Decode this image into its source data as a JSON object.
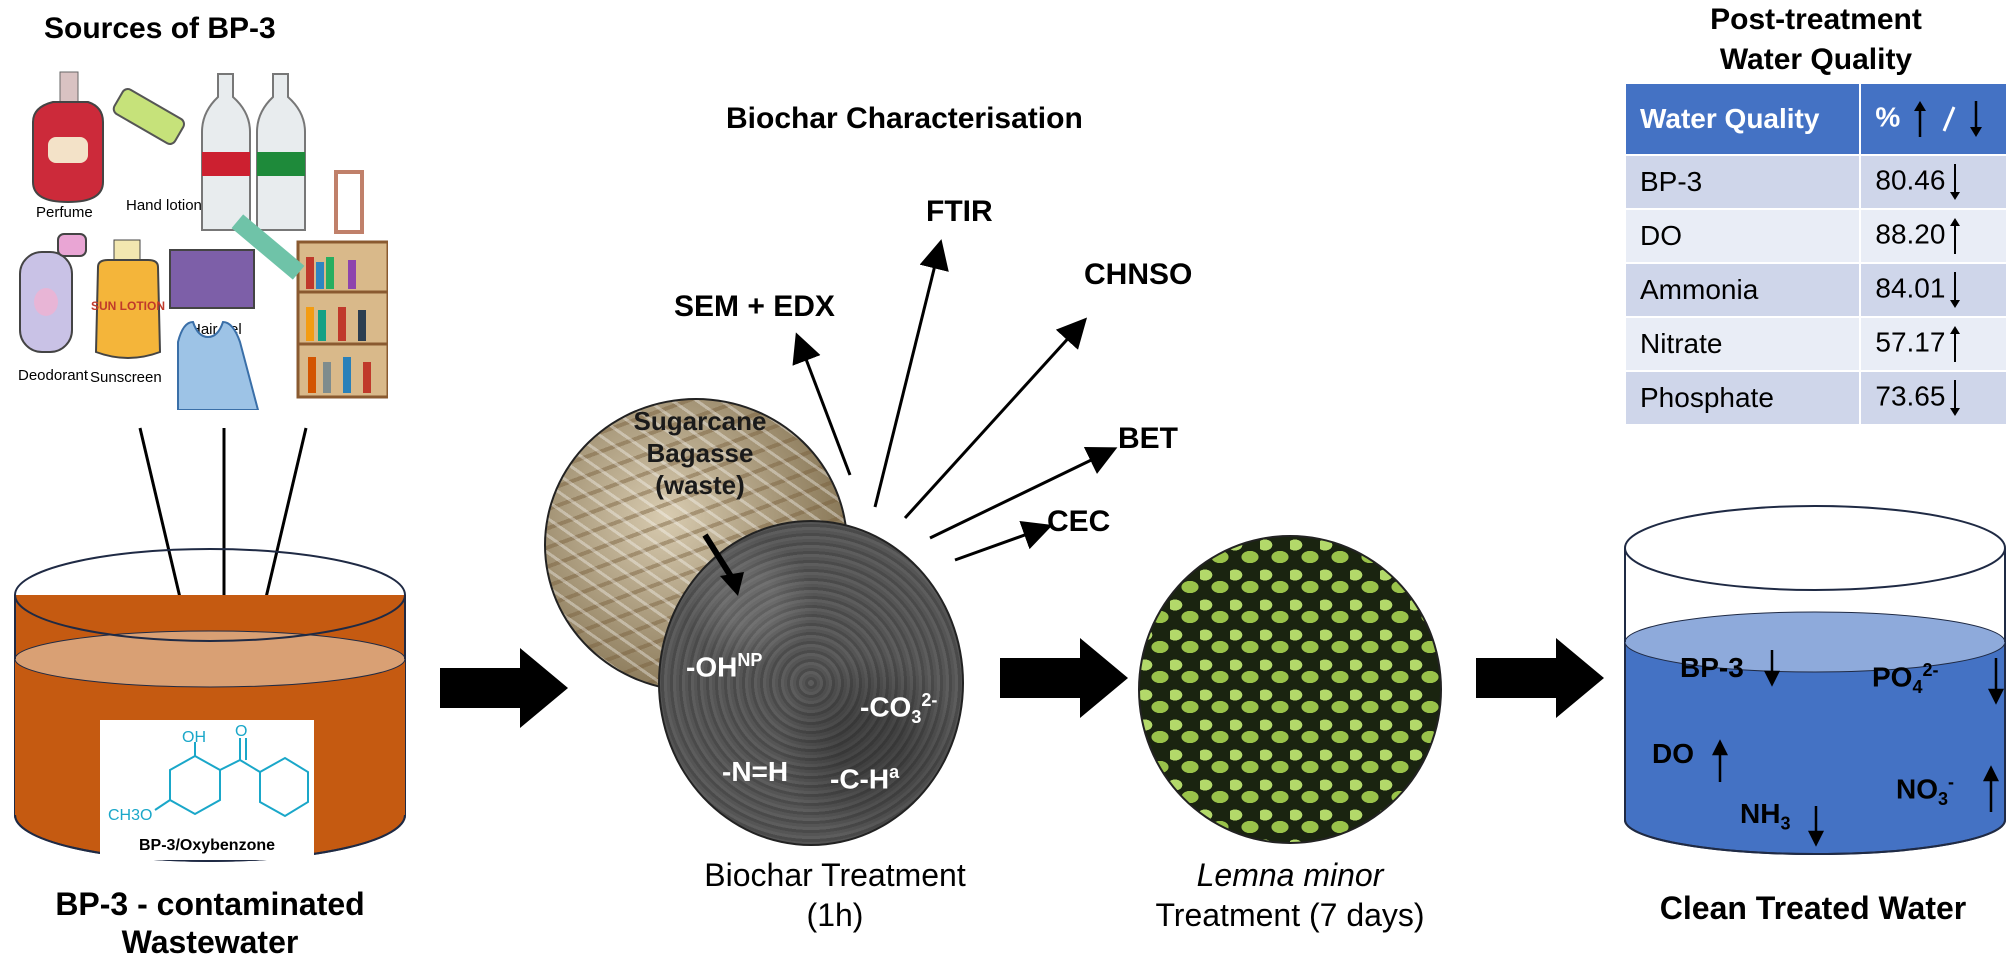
{
  "sources": {
    "title": "Sources of BP-3",
    "items": [
      "Perfume",
      "Hand lotion",
      "Deodorant",
      "Sunscreen",
      "Hair gel"
    ],
    "sunscreen_text": "SUN LOTION"
  },
  "stage1": {
    "molecule_oh": "OH",
    "molecule_o": "O",
    "molecule_ch3o": "CH3O",
    "molecule_label": "BP-3/Oxybenzone",
    "label_line1": "BP-3 - contaminated",
    "label_line2": "Wastewater"
  },
  "stage2": {
    "characterisation_title": "Biochar Characterisation",
    "techniques": [
      "SEM + EDX",
      "FTIR",
      "CHNSO",
      "BET",
      "CEC"
    ],
    "bagasse_label": [
      "Sugarcane",
      "Bagasse",
      "(waste)"
    ],
    "groups": {
      "oh": "-OH",
      "oh_sup": "NP",
      "co3": "-CO",
      "co3_sub": "3",
      "co3_sup": "2-",
      "nh": "-N=H",
      "ch": "-C-H",
      "ch_sup": "a"
    },
    "label_line1": "Biochar Treatment",
    "label_line2": "(1h)"
  },
  "stage3": {
    "label_line1": "Lemna minor",
    "label_line2": "Treatment (7 days)"
  },
  "stage4": {
    "bp3": "BP-3",
    "po4": "PO",
    "po4_sub": "4",
    "po4_sup": "2-",
    "do": "DO",
    "no3": "NO",
    "no3_sub": "3",
    "no3_sup": "-",
    "nh3": "NH",
    "nh3_sub": "3",
    "label": "Clean Treated Water"
  },
  "table": {
    "title_line1": "Post-treatment",
    "title_line2": "Water Quality",
    "header": [
      "Water Quality",
      "%"
    ],
    "rows": [
      {
        "name": "BP-3",
        "value": "80.46",
        "direction": "down"
      },
      {
        "name": "DO",
        "value": "88.20",
        "direction": "up"
      },
      {
        "name": "Ammonia",
        "value": "84.01",
        "direction": "down"
      },
      {
        "name": "Nitrate",
        "value": "57.17",
        "direction": "up"
      },
      {
        "name": "Phosphate",
        "value": "73.65",
        "direction": "down"
      }
    ]
  },
  "colors": {
    "wastewater": "#c55a11",
    "wastewater_top": "#d9a074",
    "clean_water": "#4472c4",
    "clean_top": "#8eaadb",
    "table_header": "#4472c4",
    "molecule": "#1aa7c9"
  }
}
